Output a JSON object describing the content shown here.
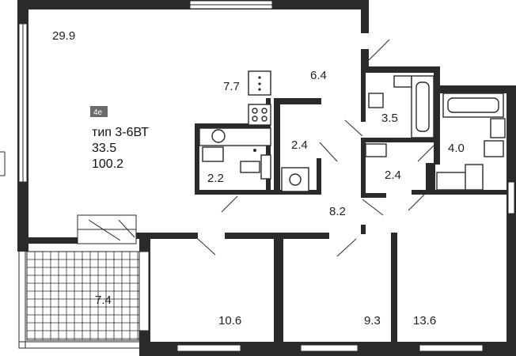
{
  "plan": {
    "badge": "4e",
    "type_label": "тип 3-6ВТ",
    "living_area": "33.5",
    "total_area": "100.2",
    "colors": {
      "wall": "#2a2a2a",
      "badge": "#6b6b6b",
      "text": "#222222"
    }
  },
  "rooms": [
    {
      "id": "living",
      "area": "29.9"
    },
    {
      "id": "kitchen",
      "area": "7.7"
    },
    {
      "id": "hall-center",
      "area": "6.4"
    },
    {
      "id": "bathroom-left",
      "area": "3.5"
    },
    {
      "id": "closet",
      "area": "2.4"
    },
    {
      "id": "bathroom-right",
      "area": "4.0"
    },
    {
      "id": "wc",
      "area": "2.2"
    },
    {
      "id": "storage",
      "area": "2.4"
    },
    {
      "id": "corridor",
      "area": "8.2"
    },
    {
      "id": "balcony",
      "area": "7.4"
    },
    {
      "id": "bedroom-1",
      "area": "10.6"
    },
    {
      "id": "bedroom-2",
      "area": "9.3"
    },
    {
      "id": "bedroom-3",
      "area": "13.6"
    }
  ]
}
